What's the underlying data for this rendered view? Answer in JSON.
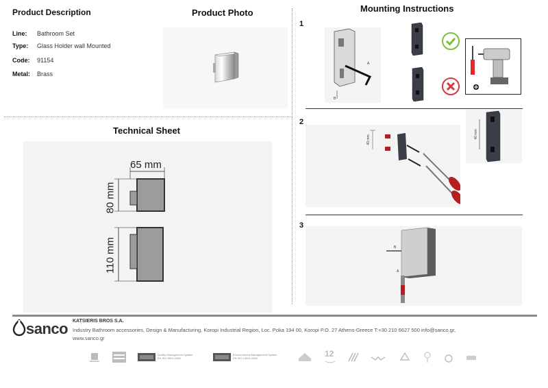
{
  "product_description": {
    "title": "Product Description",
    "rows": [
      {
        "label": "Line:",
        "value": "Bathroom Set"
      },
      {
        "label": "Type:",
        "value": "Glass Holder wall Mounted"
      },
      {
        "label": "Code:",
        "value": "91154"
      },
      {
        "label": "Metal:",
        "value": "Brass"
      }
    ]
  },
  "product_photo": {
    "title": "Product Photo"
  },
  "technical_sheet": {
    "title": "Technical Sheet",
    "dim_width": "65 mm",
    "dim_top": "80 mm",
    "dim_bottom": "110 mm"
  },
  "mounting": {
    "title": "Mounting Instructions",
    "steps": [
      "1",
      "2",
      "3"
    ],
    "step1_labels": {
      "a": "A",
      "b": "B"
    },
    "step2_dims": {
      "left": "40 mm",
      "right": "40 mm"
    },
    "step3_labels": {
      "a": "A",
      "b": "B"
    }
  },
  "footer": {
    "logo": "sanco",
    "company": "KATSIERIS BROS S.A.",
    "address_line1": "Industry Bathroom accessories, Design & Manufacturing, Koropi Industrial Region, Loc. Poka 194 00, Koropi P.O. 27  Athens-Greece   T:+30 210 6627 500 info@sanco.gr,",
    "address_line2": "www.sanco.gr",
    "cert_iso9001": "Quality Management System\nEN ISO 9001:2008",
    "cert_iso14001": "Environmental Management System\nEN ISO 14001:2004",
    "years": "12"
  }
}
